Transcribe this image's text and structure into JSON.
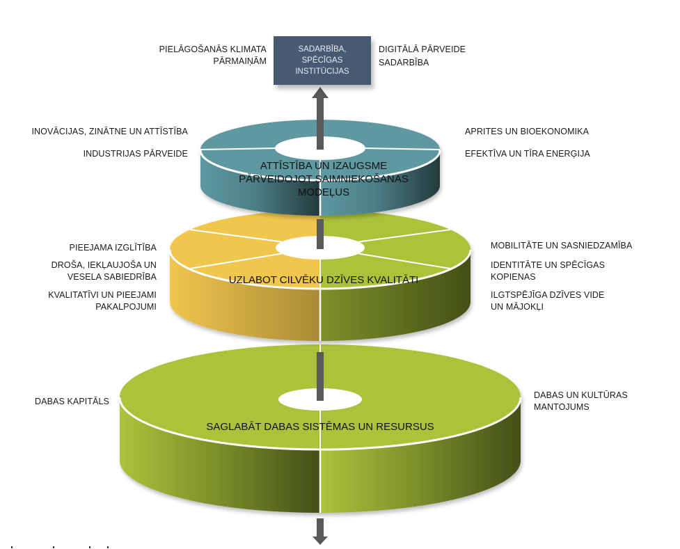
{
  "top_box": {
    "lines": [
      "SADARBĪBA,",
      "SPĒCĪGAS",
      "INSTITŪCIJAS"
    ],
    "color": "#485a72"
  },
  "top_labels": {
    "left": [
      "PIELĀGOŠANĀS KLIMATA",
      "PĀRMAIŅĀM"
    ],
    "right": [
      "DIGITĀLĀ PĀRVEIDE",
      "SADARBĪBA"
    ]
  },
  "layers": [
    {
      "id": "economy",
      "title_lines": [
        "ATTĪSTĪBA UN IZAUGSME",
        "PĀRVEIDOJOT SAIMNIEKOŠANAS",
        "MODEĻUS"
      ],
      "colors": {
        "left_top": "#5e98a1",
        "right_top": "#5e98a1",
        "side_light": "#5e98a1",
        "side_dark": "#243c3d"
      },
      "segments_per_half": 2,
      "left_labels": [
        [
          "INOVĀCIJAS, ZINĀTNE UN ATTĪSTĪBA"
        ],
        [
          "INDUSTRIJAS PĀRVEIDE"
        ]
      ],
      "right_labels": [
        [
          "APRITES UN BIOEKONOMIKA"
        ],
        [
          "EFEKTĪVA UN TĪRA ENERĢIJA"
        ]
      ]
    },
    {
      "id": "quality-of-life",
      "title_lines": [
        "UZLABOT CILVĒKU DZĪVES KVALITĀTI"
      ],
      "colors": {
        "left_top": "#f0c64e",
        "right_top": "#adc23a",
        "left_side_light": "#eec54c",
        "left_side_dark": "#ac8e36",
        "right_side_light": "#7c8f28",
        "right_side_dark": "#465218"
      },
      "segments_per_half": 3,
      "left_labels": [
        [
          "PIEEJAMA IZGLĪTĪBA"
        ],
        [
          "DROŠA, IEKĻAUJOŠA UN",
          "VESELA SABIEDRĪBA"
        ],
        [
          "KVALITATĪVI UN PIEEJAMI",
          "PAKALPOJUMI"
        ]
      ],
      "right_labels": [
        [
          "MOBILITĀTE UN SASNIEDZAMĪBA"
        ],
        [
          "IDENTITĀTE UN SPĒCĪGAS",
          "KOPIENAS"
        ],
        [
          "ILGTSPĒJĪGA DZĪVES VIDE",
          "UN MĀJOKĻI"
        ]
      ]
    },
    {
      "id": "nature",
      "title_lines": [
        "SAGLABĀT DABAS SISTĒMAS UN RESURSUS"
      ],
      "colors": {
        "left_top": "#adc23a",
        "right_top": "#adc23a",
        "side_light": "#a6bb36",
        "side_dark": "#46511a"
      },
      "segments_per_half": 1,
      "left_labels": [
        [
          "DABAS KAPITĀLS"
        ]
      ],
      "right_labels": [
        [
          "DABAS UN KULTŪRAS",
          "MANTOJUMS"
        ]
      ]
    }
  ],
  "arrow_color": "#595959"
}
